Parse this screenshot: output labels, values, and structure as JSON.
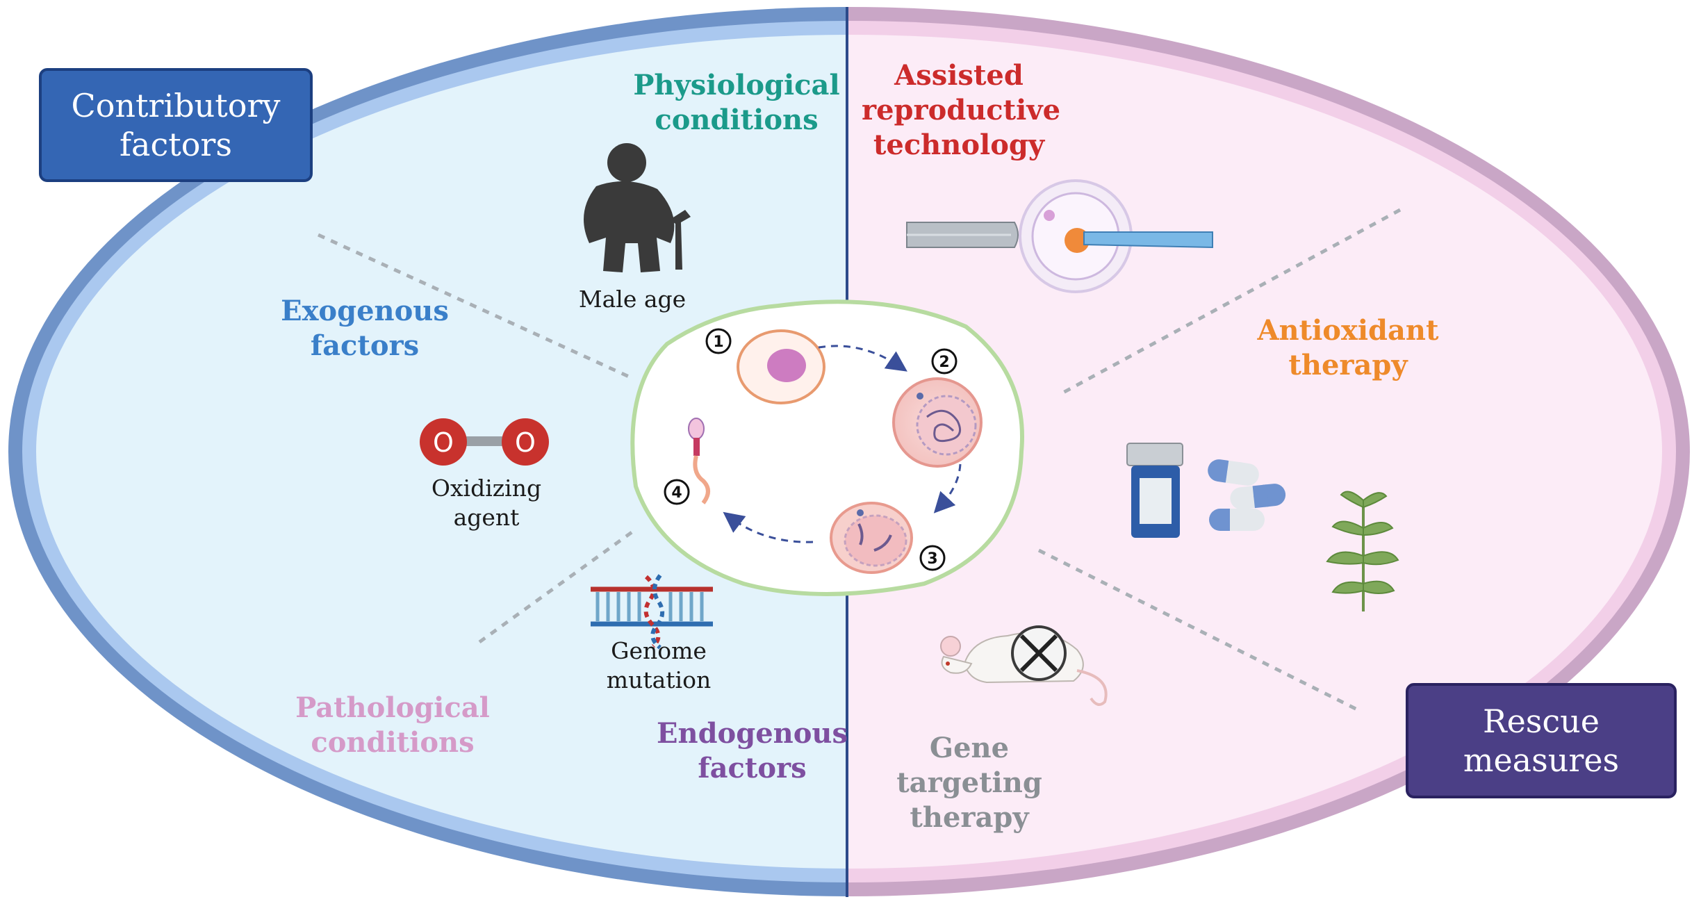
{
  "boxes": {
    "contributory": [
      "Contributory",
      "factors"
    ],
    "rescue": [
      "Rescue",
      "measures"
    ]
  },
  "labels": {
    "physiological": [
      "Physiological",
      "conditions"
    ],
    "exogenous": [
      "Exogenous",
      "factors"
    ],
    "pathological": [
      "Pathological",
      "conditions"
    ],
    "endogenous": [
      "Endogenous",
      "factors"
    ],
    "art": [
      "Assisted",
      "reproductive",
      "technology"
    ],
    "antioxidant": [
      "Antioxidant",
      "therapy"
    ],
    "gene_therapy": [
      "Gene",
      "targeting",
      "therapy"
    ]
  },
  "items": {
    "male_age": "Male age",
    "oxidizing": [
      "Oxidizing",
      "agent"
    ],
    "genome": [
      "Genome",
      "mutation"
    ],
    "o2_atom": "O"
  },
  "cycle_steps": [
    "1",
    "2",
    "3",
    "4"
  ],
  "colors": {
    "left_bg": "#e3f3fb",
    "right_bg": "#fcecf7",
    "left_ring": "#6f93c8",
    "right_ring": "#c9a6c6",
    "divider": "#2c4a8a",
    "contributory_box": "#3466b4",
    "rescue_box": "#4b3f86",
    "physiological": "#1b9a8a",
    "exogenous": "#3a7fc9",
    "pathological": "#d59ac8",
    "endogenous": "#7e4fa0",
    "art": "#cc2b2b",
    "antioxidant": "#ee8a2a",
    "gene_therapy": "#8a8f94",
    "center_ring": "#b7dba0"
  }
}
